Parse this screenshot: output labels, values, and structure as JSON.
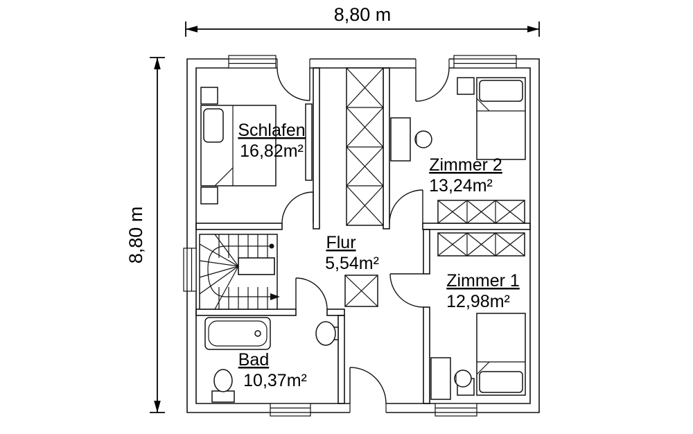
{
  "plan": {
    "width_label": "8,80 m",
    "height_label": "8,80 m",
    "rooms": {
      "schlafen": {
        "name": "Schlafen",
        "area": "16,82m²"
      },
      "zimmer2": {
        "name": "Zimmer 2",
        "area": "13,24m²"
      },
      "flur": {
        "name": "Flur",
        "area": "5,54m²"
      },
      "zimmer1": {
        "name": "Zimmer 1",
        "area": "12,98m²"
      },
      "bad": {
        "name": "Bad",
        "area": "10,37m²"
      }
    }
  },
  "icons": {
    "stairs": "stairs-symbol",
    "bathtub": "bathtub-symbol",
    "toilet": "toilet-symbol",
    "sink": "sink-symbol",
    "beds": "bed-symbol",
    "wardrobes": "wardrobe-x-symbol"
  },
  "colors": {
    "wall_fill": "#bdbdbd",
    "line": "#111111",
    "background": "#ffffff"
  }
}
